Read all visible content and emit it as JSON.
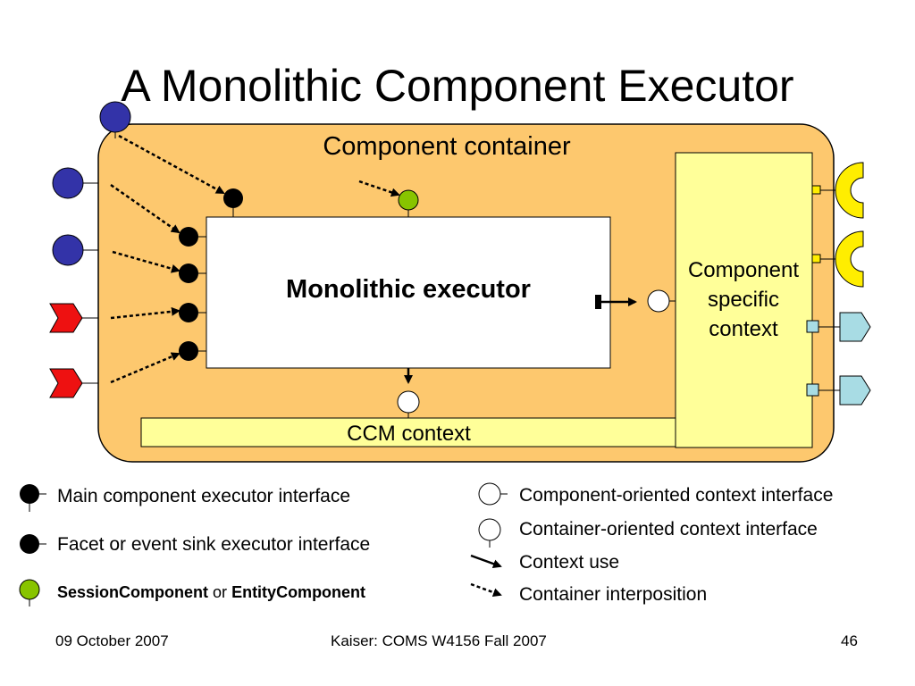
{
  "title": "A Monolithic Component Executor",
  "diagram": {
    "container_label": "Component container",
    "executor_label": "Monolithic executor",
    "ccm_context_label": "CCM context",
    "specific_context_label": "Component specific context"
  },
  "legend": {
    "main_interface": "Main component executor interface",
    "facet_interface": "Facet or event sink executor interface",
    "session_component": "SessionComponent",
    "or_text": "or",
    "entity_component": "EntityComponent",
    "component_context": "Component-oriented context interface",
    "container_context": "Container-oriented context interface",
    "context_use": "Context use",
    "interposition": "Container interposition"
  },
  "footer": {
    "date": "09 October 2007",
    "course": "Kaiser: COMS W4156 Fall 2007",
    "page": "46"
  },
  "colors": {
    "container_fill": "#fdc86e",
    "context_fill": "#ffff99",
    "port_blue": "#3333a8",
    "event_red": "#ee1111",
    "session_green": "#88c400",
    "receptacle_yellow": "#ffee00",
    "source_cyan": "#a8dce4"
  }
}
